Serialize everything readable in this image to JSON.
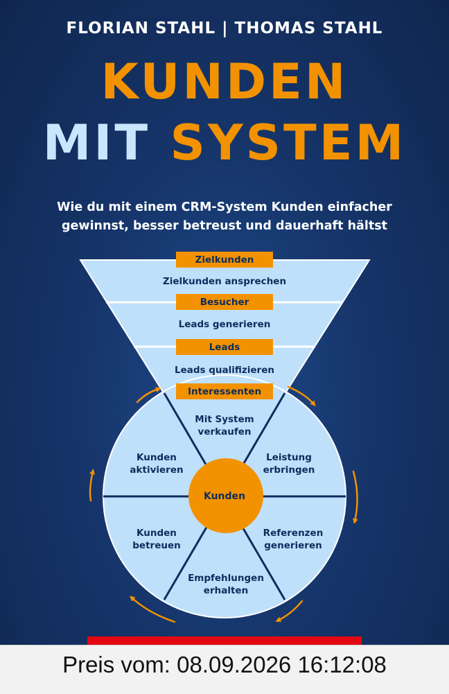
{
  "cover": {
    "authors": "FLORIAN STAHL | THOMAS STAHL",
    "title_line1": "KUNDEN",
    "title_line2_word1": "MIT",
    "title_line2_word2": "SYSTEM",
    "subtitle_line1": "Wie du mit einem CRM-System Kunden einfacher",
    "subtitle_line2": "gewinnst, besser betreust und dauerhaft hältst"
  },
  "funnel": {
    "stages": [
      {
        "tag": "Zielkunden",
        "action": "Zielkunden ansprechen"
      },
      {
        "tag": "Besucher",
        "action": "Leads generieren"
      },
      {
        "tag": "Leads",
        "action": "Leads qualifizieren"
      },
      {
        "tag": "Interessenten",
        "action": ""
      }
    ]
  },
  "cycle": {
    "center": "Kunden",
    "segments": {
      "top_line1": "Mit System",
      "top_line2": "verkaufen",
      "upper_right_line1": "Leistung",
      "upper_right_line2": "erbringen",
      "lower_right_line1": "Referenzen",
      "lower_right_line2": "generieren",
      "bottom_line1": "Empfehlungen",
      "bottom_line2": "erhalten",
      "lower_left_line1": "Kunden",
      "lower_left_line2": "betreuen",
      "upper_left_line1": "Kunden",
      "upper_left_line2": "aktivieren"
    }
  },
  "overlay": {
    "price_text": "Preis vom: 08.09.2026 16:12:08"
  },
  "colors": {
    "background": "#16356a",
    "orange": "#f39200",
    "light_blue": "#bfe0fb",
    "navy_text": "#0e2c5c",
    "red": "#e30613"
  }
}
